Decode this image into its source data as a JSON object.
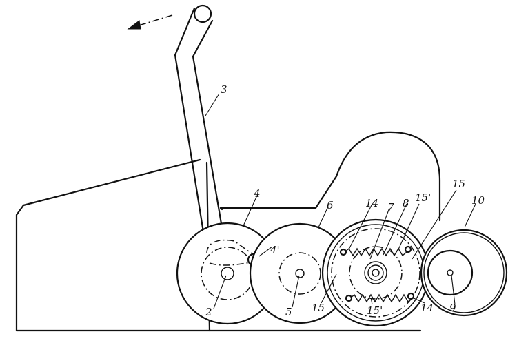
{
  "labels": {
    "handle": "3",
    "roller_4": "4",
    "pivot_4prime": "4'",
    "roller_6": "6",
    "wheel_7": "7",
    "ring_8": "8",
    "spring_15prime_top": "15'",
    "spring_15_right": "15",
    "roller_10": "10",
    "pin_14_top": "14",
    "axle_2": "2",
    "axle_5": "5",
    "spring_15_left": "15",
    "spring_15prime_bottom": "15'",
    "pin_14_bottom": "14",
    "axle_9": "9"
  }
}
